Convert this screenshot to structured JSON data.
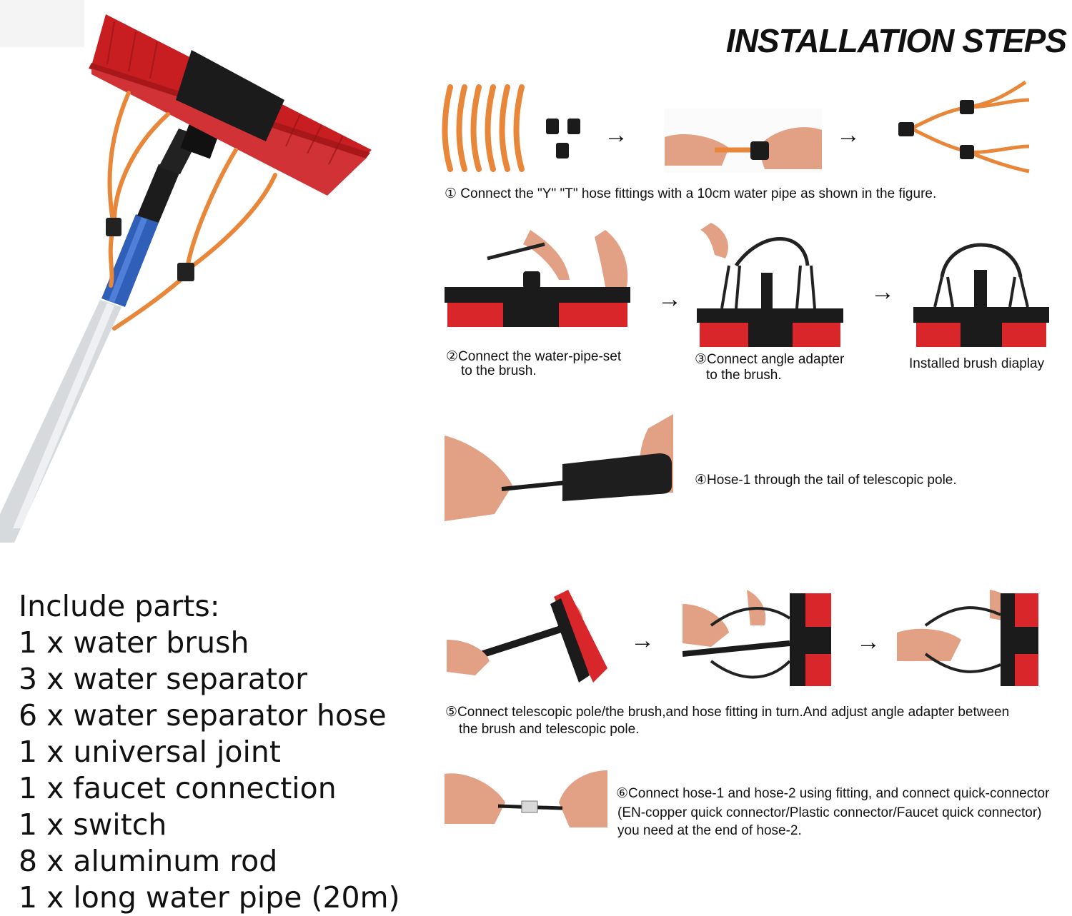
{
  "title": "INSTALLATION STEPS",
  "steps": {
    "step1": "① Connect the \"Y\" \"T\" hose fittings with a 10cm water pipe as shown in the figure.",
    "step2_line1": "②Connect the water-pipe-set",
    "step2_line2": "to the brush.",
    "step3_line1": "③Connect angle adapter",
    "step3_line2": "to the brush.",
    "installed": "Installed brush diaplay",
    "step4": "④Hose-1 through the tail of telescopic pole.",
    "step5_line1": "⑤Connect  telescopic pole/the brush,and hose fitting in turn.And adjust angle adapter between",
    "step5_line2": "the brush and telescopic pole.",
    "step6_line1": "⑥Connect hose-1 and hose-2 using fitting, and connect quick-connector",
    "step6_line2": "(EN-copper quick connector/Plastic connector/Faucet quick connector)",
    "step6_line3": "you need at the end of hose-2."
  },
  "arrow": "→",
  "parts": {
    "heading": "Include parts:",
    "items": [
      "1 x water brush",
      "3 x water separator",
      "6 x water separator hose",
      "1 x universal joint",
      "1 x faucet connection",
      "1 x switch",
      "8 x aluminum rod",
      "1 x long water pipe (20m)"
    ]
  },
  "colors": {
    "bristle_red": "#d8262a",
    "bristle_black": "#1a1a1a",
    "hose_orange": "#e8873a",
    "pole_blue": "#2f5fb8",
    "pole_silver": "#d6d9dc",
    "skin": "#e2a184"
  }
}
